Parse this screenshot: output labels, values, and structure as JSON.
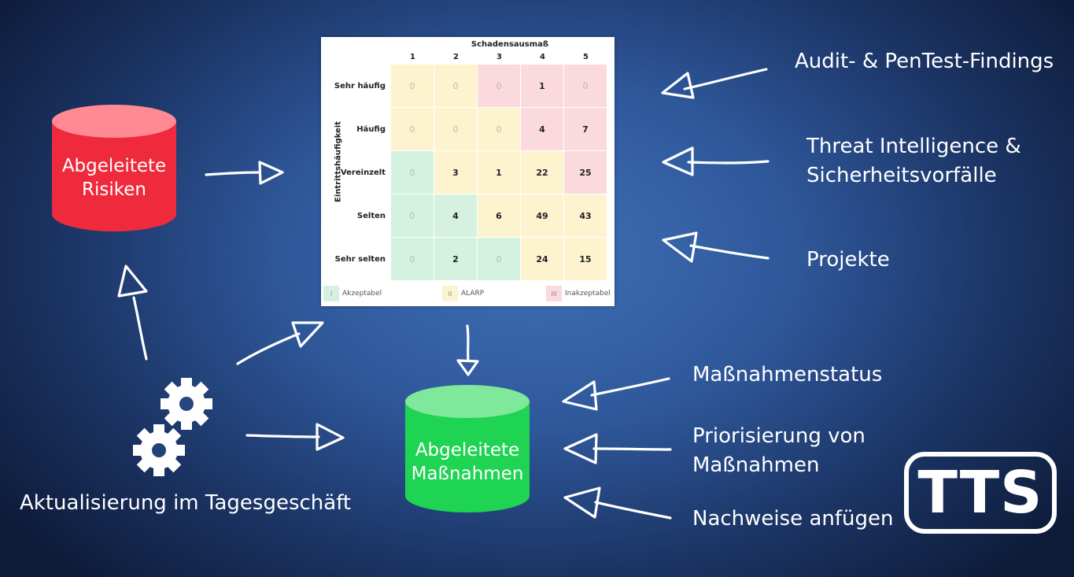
{
  "left_cylinder": {
    "line1": "Abgeleitete",
    "line2": "Risiken",
    "color": "#e8283a"
  },
  "bottom_cylinder": {
    "line1": "Abgeleitete",
    "line2": "Maßnahmen",
    "color": "#17c94a"
  },
  "inputs_top": [
    {
      "text": "Audit- & PenTest-Findings"
    },
    {
      "line1": "Threat Intelligence &",
      "line2": "Sicherheitsvorfälle"
    },
    {
      "text": "Projekte"
    }
  ],
  "inputs_bottom": [
    {
      "text": "Maßnahmenstatus"
    },
    {
      "line1": "Priorisierung von",
      "line2": "Maßnahmen"
    },
    {
      "text": "Nachweise anfügen"
    }
  ],
  "gears_label": "Aktualisierung im Tagesgeschäft",
  "logo_text": "TTS",
  "matrix": {
    "x_title": "Schadensausmaß",
    "y_title": "Eintrittshäufigkeit",
    "columns": [
      "1",
      "2",
      "3",
      "4",
      "5"
    ],
    "rows": [
      {
        "label": "Sehr häufig",
        "cells": [
          "0",
          "0",
          "0",
          "1",
          "0"
        ],
        "zones": [
          "y",
          "y",
          "r",
          "r",
          "r"
        ]
      },
      {
        "label": "Häufig",
        "cells": [
          "0",
          "0",
          "0",
          "4",
          "7"
        ],
        "zones": [
          "y",
          "y",
          "y",
          "r",
          "r"
        ]
      },
      {
        "label": "Vereinzelt",
        "cells": [
          "0",
          "3",
          "1",
          "22",
          "25"
        ],
        "zones": [
          "g",
          "y",
          "y",
          "y",
          "r"
        ]
      },
      {
        "label": "Selten",
        "cells": [
          "0",
          "4",
          "6",
          "49",
          "43"
        ],
        "zones": [
          "g",
          "g",
          "y",
          "y",
          "y"
        ]
      },
      {
        "label": "Sehr selten",
        "cells": [
          "0",
          "2",
          "0",
          "24",
          "15"
        ],
        "zones": [
          "g",
          "g",
          "g",
          "y",
          "y"
        ]
      }
    ],
    "legend": [
      {
        "roman": "I",
        "label": "Akzeptabel",
        "color": "#d5f2e1"
      },
      {
        "roman": "II",
        "label": "ALARP",
        "color": "#fdf4cf"
      },
      {
        "roman": "III",
        "label": "Inakzeptabel",
        "color": "#fadadd"
      }
    ]
  }
}
